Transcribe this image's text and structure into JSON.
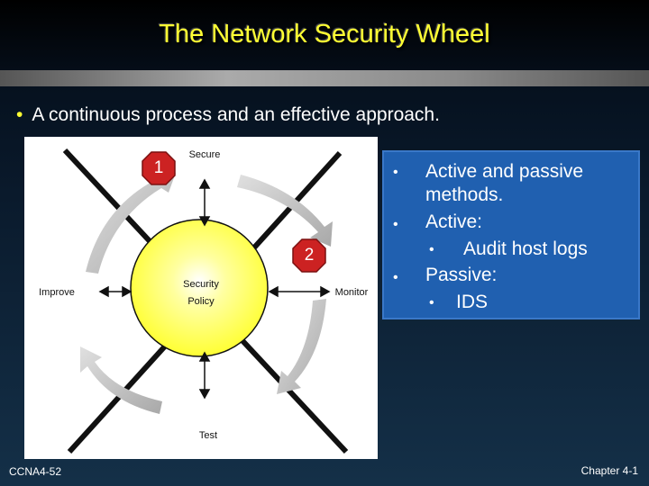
{
  "slide": {
    "title": "The Network Security Wheel",
    "bullet": "A continuous process and an effective approach."
  },
  "diagram": {
    "center_line1": "Security",
    "center_line2": "Policy",
    "labels": {
      "top": "Secure",
      "right": "Monitor",
      "bottom": "Test",
      "left": "Improve"
    },
    "badge1": "1",
    "badge2": "2",
    "colors": {
      "center": "#ffff33",
      "badge": "#cc2222",
      "arrow": "#cccccc"
    }
  },
  "textbox": {
    "items": [
      {
        "line1": "Active and passive",
        "line2": "methods."
      },
      {
        "line1": "Active:",
        "sub": "Audit host logs"
      },
      {
        "line1": "Passive:",
        "sub": "IDS"
      }
    ]
  },
  "footer": {
    "left": "CCNA4-52",
    "right": "Chapter 4-1"
  }
}
